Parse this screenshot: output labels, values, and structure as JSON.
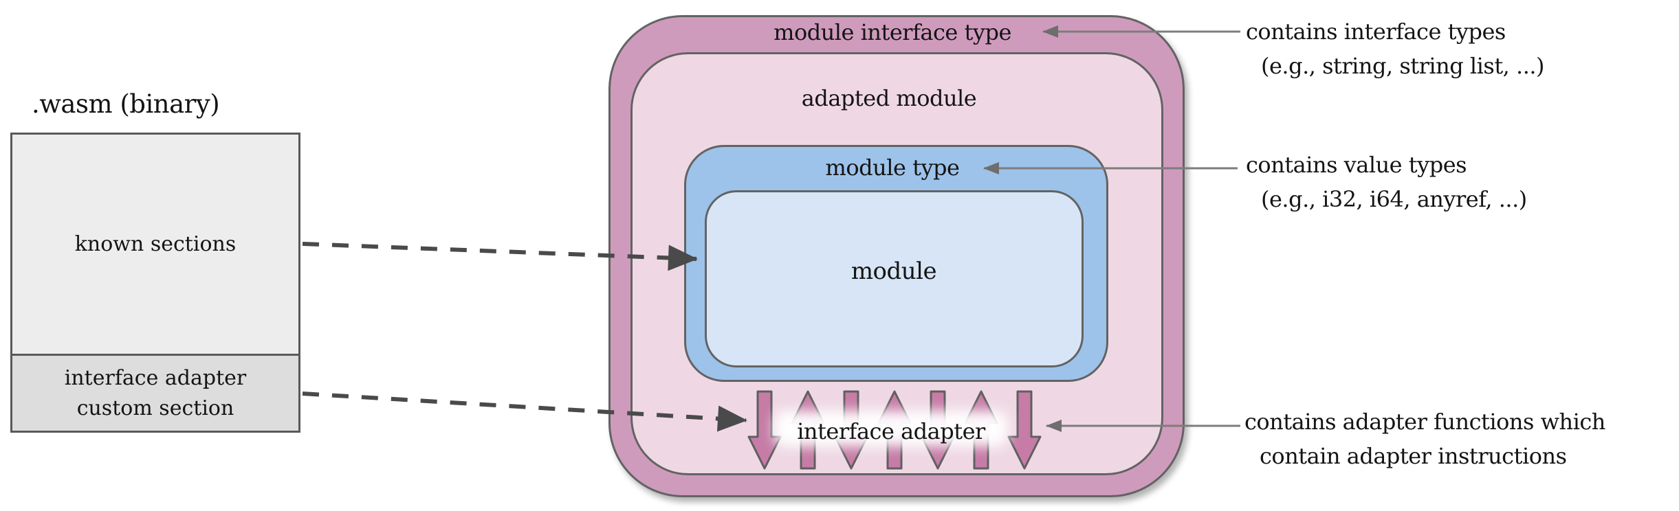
{
  "wasm_file": {
    "title": ".wasm (binary)",
    "sections": {
      "known": {
        "label": "known sections"
      },
      "custom": {
        "line1": "interface adapter",
        "line2": "custom section"
      }
    }
  },
  "module_diagram": {
    "outer_label": "module interface type",
    "adapted_label": "adapted module",
    "module_type_label": "module type",
    "module_label": "module",
    "interface_adapter_label": "interface adapter",
    "adapter_arrow_directions": [
      "down",
      "up",
      "down",
      "up",
      "down",
      "up",
      "down"
    ]
  },
  "annotations": [
    {
      "line1": "contains interface types",
      "line2": "(e.g., string, string list, ...)"
    },
    {
      "line1": "contains value types",
      "line2": "(e.g., i32, i64, anyref, ...)"
    },
    {
      "line1": "contains adapter functions which",
      "line2": "contain adapter instructions"
    }
  ],
  "colors": {
    "outer_pink": "#cf9bbc",
    "inner_pink": "#efd8e4",
    "module_type_blue": "#9dc3ea",
    "module_blue": "#d7e5f6",
    "adapter_arrow_pink": "#c67ca6",
    "wasm_box_light_gray": "#ededed",
    "wasm_box_dark_gray": "#dddddd",
    "outline_gray": "#595959",
    "text": "#141414"
  }
}
